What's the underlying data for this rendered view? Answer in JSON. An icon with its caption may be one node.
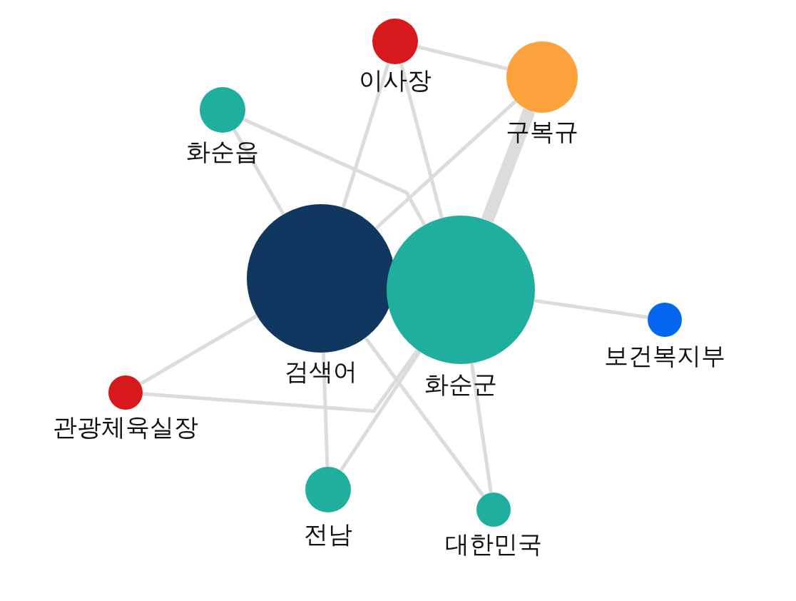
{
  "diagram": {
    "nodes": [
      {
        "text": [
          "이사장"
        ]
      },
      {
        "text": [
          "구복규"
        ]
      },
      {
        "text": [
          "화순읍"
        ]
      },
      {
        "text": [
          "검색어"
        ]
      },
      {
        "text": [
          "화순군"
        ]
      },
      {
        "text": [
          "보건복지부"
        ]
      },
      {
        "text": [
          "관광체육실장"
        ]
      },
      {
        "text": [
          "전남"
        ]
      },
      {
        "text": [
          "대한민국"
        ]
      }
    ],
    "edges": [
      {
        "from": 0,
        "to": 1,
        "arrow": "none"
      },
      {
        "from": 0,
        "to": 3,
        "arrow": "none"
      },
      {
        "from": 0,
        "to": 4,
        "arrow": "none"
      },
      {
        "from": 1,
        "to": 3,
        "arrow": "none"
      },
      {
        "from": 1,
        "to": 4,
        "arrow": "none",
        "style": "thick"
      },
      {
        "from": 2,
        "to": 3,
        "arrow": "none"
      },
      {
        "from": 2,
        "to": 4,
        "arrow": "none"
      },
      {
        "from": 6,
        "to": 3,
        "arrow": "none"
      },
      {
        "from": 6,
        "to": 4,
        "arrow": "none"
      },
      {
        "from": 3,
        "to": 7,
        "arrow": "none"
      },
      {
        "from": 4,
        "to": 7,
        "arrow": "none"
      },
      {
        "from": 4,
        "to": 8,
        "arrow": "none"
      },
      {
        "from": 3,
        "to": 8,
        "arrow": "none"
      },
      {
        "from": 4,
        "to": 5,
        "arrow": "none"
      }
    ]
  }
}
